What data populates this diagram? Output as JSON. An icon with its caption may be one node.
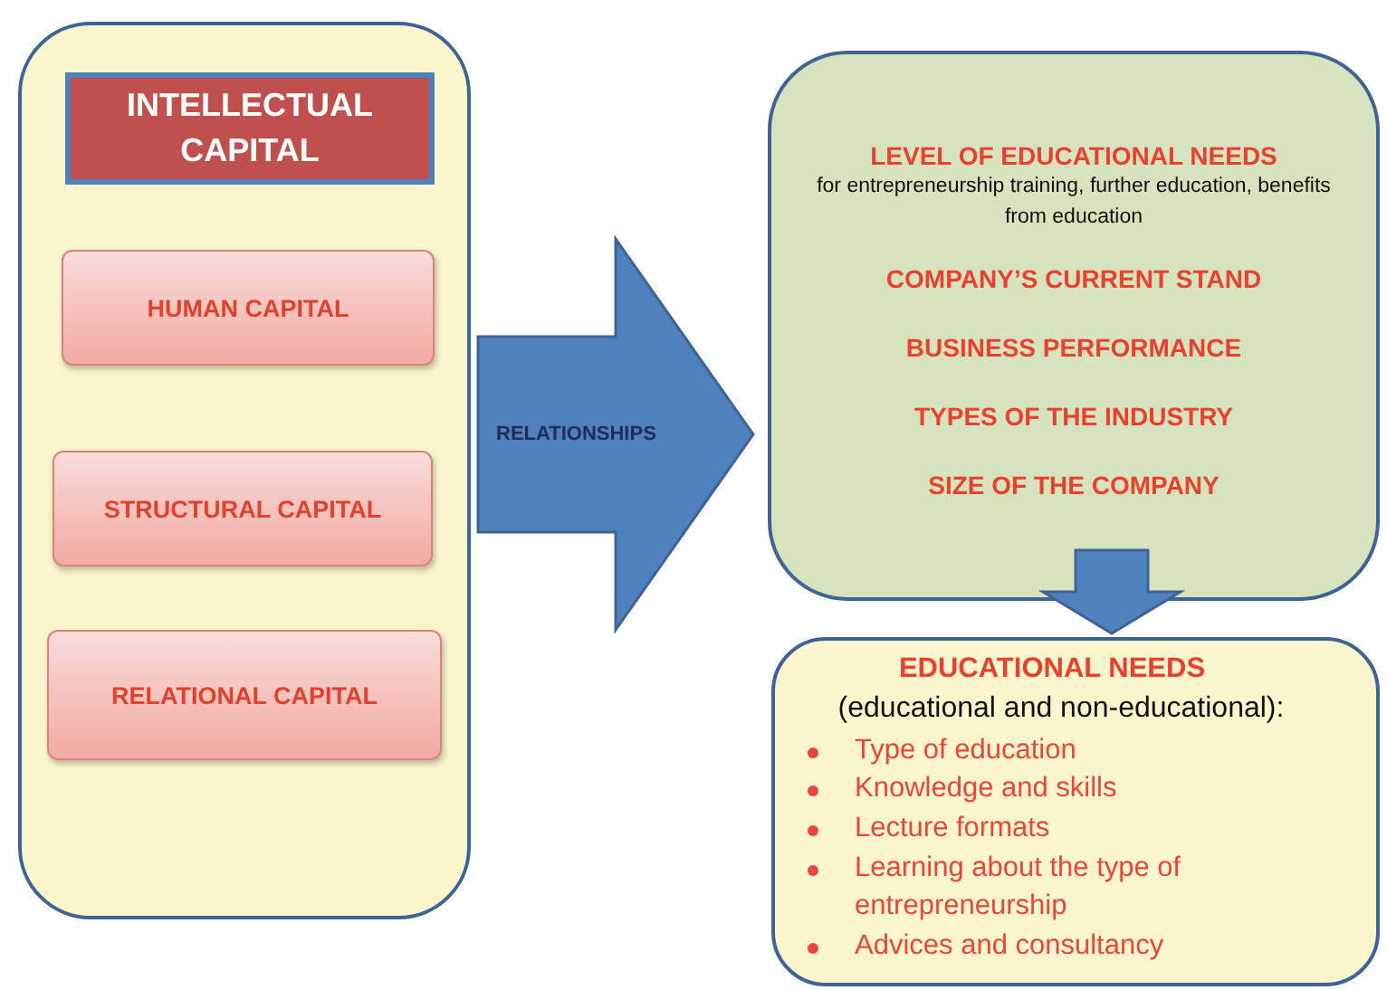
{
  "diagram": {
    "nodes": [
      {
        "text": [],
        "shape": "box"
      },
      {
        "text": [
          "INTELLECTUAL CAPITAL"
        ],
        "in": 0
      },
      {
        "text": [
          "HUMAN CAPITAL"
        ],
        "in": 0
      },
      {
        "text": [
          "STRUCTURAL CAPITAL"
        ],
        "in": 0
      },
      {
        "text": [
          "RELATIONAL CAPITAL"
        ],
        "in": 0
      },
      {
        "text": [
          "LEVEL OF EDUCATIONAL NEEDS",
          "for entrepreneurship training, further education, benefits from education",
          "COMPANY’S CURRENT STAND",
          "BUSINESS PERFORMANCE",
          "TYPES OF THE INDUSTRY",
          "SIZE OF THE COMPANY"
        ]
      },
      {
        "text": [
          "EDUCATIONAL NEEDS",
          "(educational and non-educational):",
          "Type of education",
          "Knowledge and skills",
          "Lecture formats",
          "Learning about the type of entrepreneurship",
          "Advices and consultancy"
        ]
      }
    ],
    "edges": [
      {
        "from": 0,
        "to": 5,
        "arrow": "to",
        "label": "RELATIONSHIPS",
        "style": "thick"
      },
      {
        "from": 5,
        "to": 6,
        "arrow": "to",
        "style": "thick"
      }
    ]
  }
}
